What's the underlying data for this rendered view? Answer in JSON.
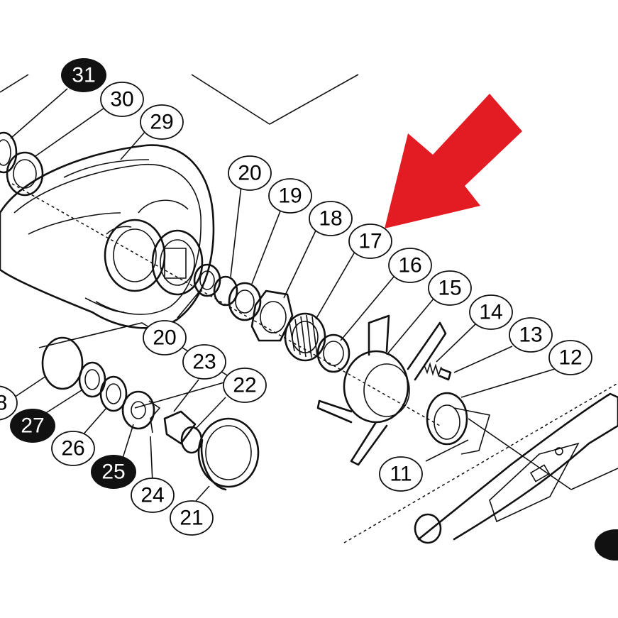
{
  "diagram": {
    "callouts": [
      {
        "id": "31",
        "label": "31",
        "filled": true
      },
      {
        "id": "30",
        "label": "30",
        "filled": false
      },
      {
        "id": "29",
        "label": "29",
        "filled": false
      },
      {
        "id": "20a",
        "label": "20",
        "filled": false
      },
      {
        "id": "19",
        "label": "19",
        "filled": false
      },
      {
        "id": "18",
        "label": "18",
        "filled": false
      },
      {
        "id": "17",
        "label": "17",
        "filled": false,
        "highlighted": true
      },
      {
        "id": "16",
        "label": "16",
        "filled": false
      },
      {
        "id": "15",
        "label": "15",
        "filled": false
      },
      {
        "id": "14",
        "label": "14",
        "filled": false
      },
      {
        "id": "13",
        "label": "13",
        "filled": false
      },
      {
        "id": "12",
        "label": "12",
        "filled": false
      },
      {
        "id": "20b",
        "label": "20",
        "filled": false
      },
      {
        "id": "23",
        "label": "23",
        "filled": false
      },
      {
        "id": "22",
        "label": "22",
        "filled": false
      },
      {
        "id": "28",
        "label": "8",
        "filled": false
      },
      {
        "id": "27",
        "label": "27",
        "filled": true
      },
      {
        "id": "26",
        "label": "26",
        "filled": false
      },
      {
        "id": "25",
        "label": "25",
        "filled": true
      },
      {
        "id": "24",
        "label": "24",
        "filled": false
      },
      {
        "id": "21",
        "label": "21",
        "filled": false
      },
      {
        "id": "11",
        "label": "11",
        "filled": false
      }
    ],
    "highlight_color": "#e31b23",
    "ink_color": "#111111"
  }
}
